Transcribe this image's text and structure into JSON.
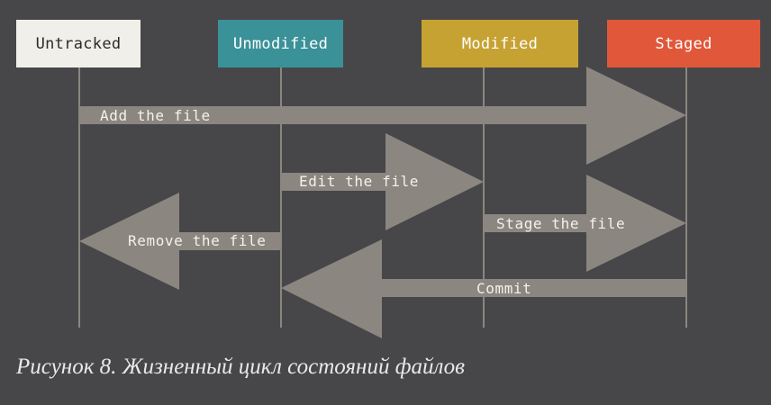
{
  "states": {
    "untracked": {
      "label": "Untracked",
      "bg": "#f0efe9",
      "fg": "#2b2b2b"
    },
    "unmodified": {
      "label": "Unmodified",
      "bg": "#3a9198",
      "fg": "#ffffff"
    },
    "modified": {
      "label": "Modified",
      "bg": "#c6a233",
      "fg": "#ffffff"
    },
    "staged": {
      "label": "Staged",
      "bg": "#e1573a",
      "fg": "#ffffff"
    }
  },
  "transitions": {
    "add": {
      "label": "Add the file",
      "from": "untracked",
      "to": "staged"
    },
    "edit": {
      "label": "Edit the file",
      "from": "unmodified",
      "to": "modified"
    },
    "remove": {
      "label": "Remove the file",
      "from": "unmodified",
      "to": "untracked"
    },
    "stage": {
      "label": "Stage the file",
      "from": "modified",
      "to": "staged"
    },
    "commit": {
      "label": "Commit",
      "from": "staged",
      "to": "unmodified"
    }
  },
  "colors": {
    "background": "#474749",
    "arrow": "#8b8680",
    "lifeline": "#8b8680",
    "caption": "#e9e9ea"
  },
  "caption": "Рисунок 8. Жизненный цикл состояний файлов"
}
